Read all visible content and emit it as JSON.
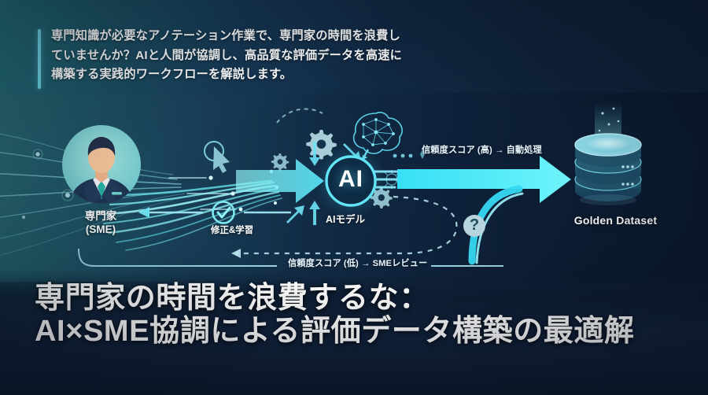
{
  "lead": {
    "text": "専門知識が必要なアノテーション作業で、専門家の時間を浪費していませんか？AIと人間が協調し、高品質な評価データを高速に構築する実践的ワークフローを解説します。",
    "accent_color": "#6fd9e8"
  },
  "diagram": {
    "expert": {
      "label": "専門家\n(SME)",
      "label_line1": "専門家",
      "label_line2": "(SME)",
      "icon": "businessman-avatar-icon",
      "circle_color": "#7fd5d8"
    },
    "ai_node": {
      "text": "AI",
      "label": "AIモデル",
      "ring_color": "#5ee0f5"
    },
    "feedback": {
      "label": "修正&学習",
      "icon": "check-circle-icon"
    },
    "high_confidence": {
      "label": "信頼度スコア (高) → 自動処理"
    },
    "low_confidence": {
      "label": "信頼度スコア (低) → SMEレビュー",
      "icon": "question-mark-icon",
      "question_glyph": "?"
    },
    "dataset": {
      "label": "Golden Dataset",
      "icon": "database-stack-icon"
    },
    "decorations": {
      "brain_icon": "neural-brain-icon",
      "gear_icon": "gear-icon",
      "cursor_icon": "cursor-pointer-icon",
      "arrow_icon": "arrow-right-icon"
    },
    "accent_cyan": "#49e3f7",
    "accent_teal": "#7fe8e8"
  },
  "headline": {
    "line1": "専門家の時間を浪費するな：",
    "line2": "AI×SME協調による評価データ構築の最適解"
  }
}
